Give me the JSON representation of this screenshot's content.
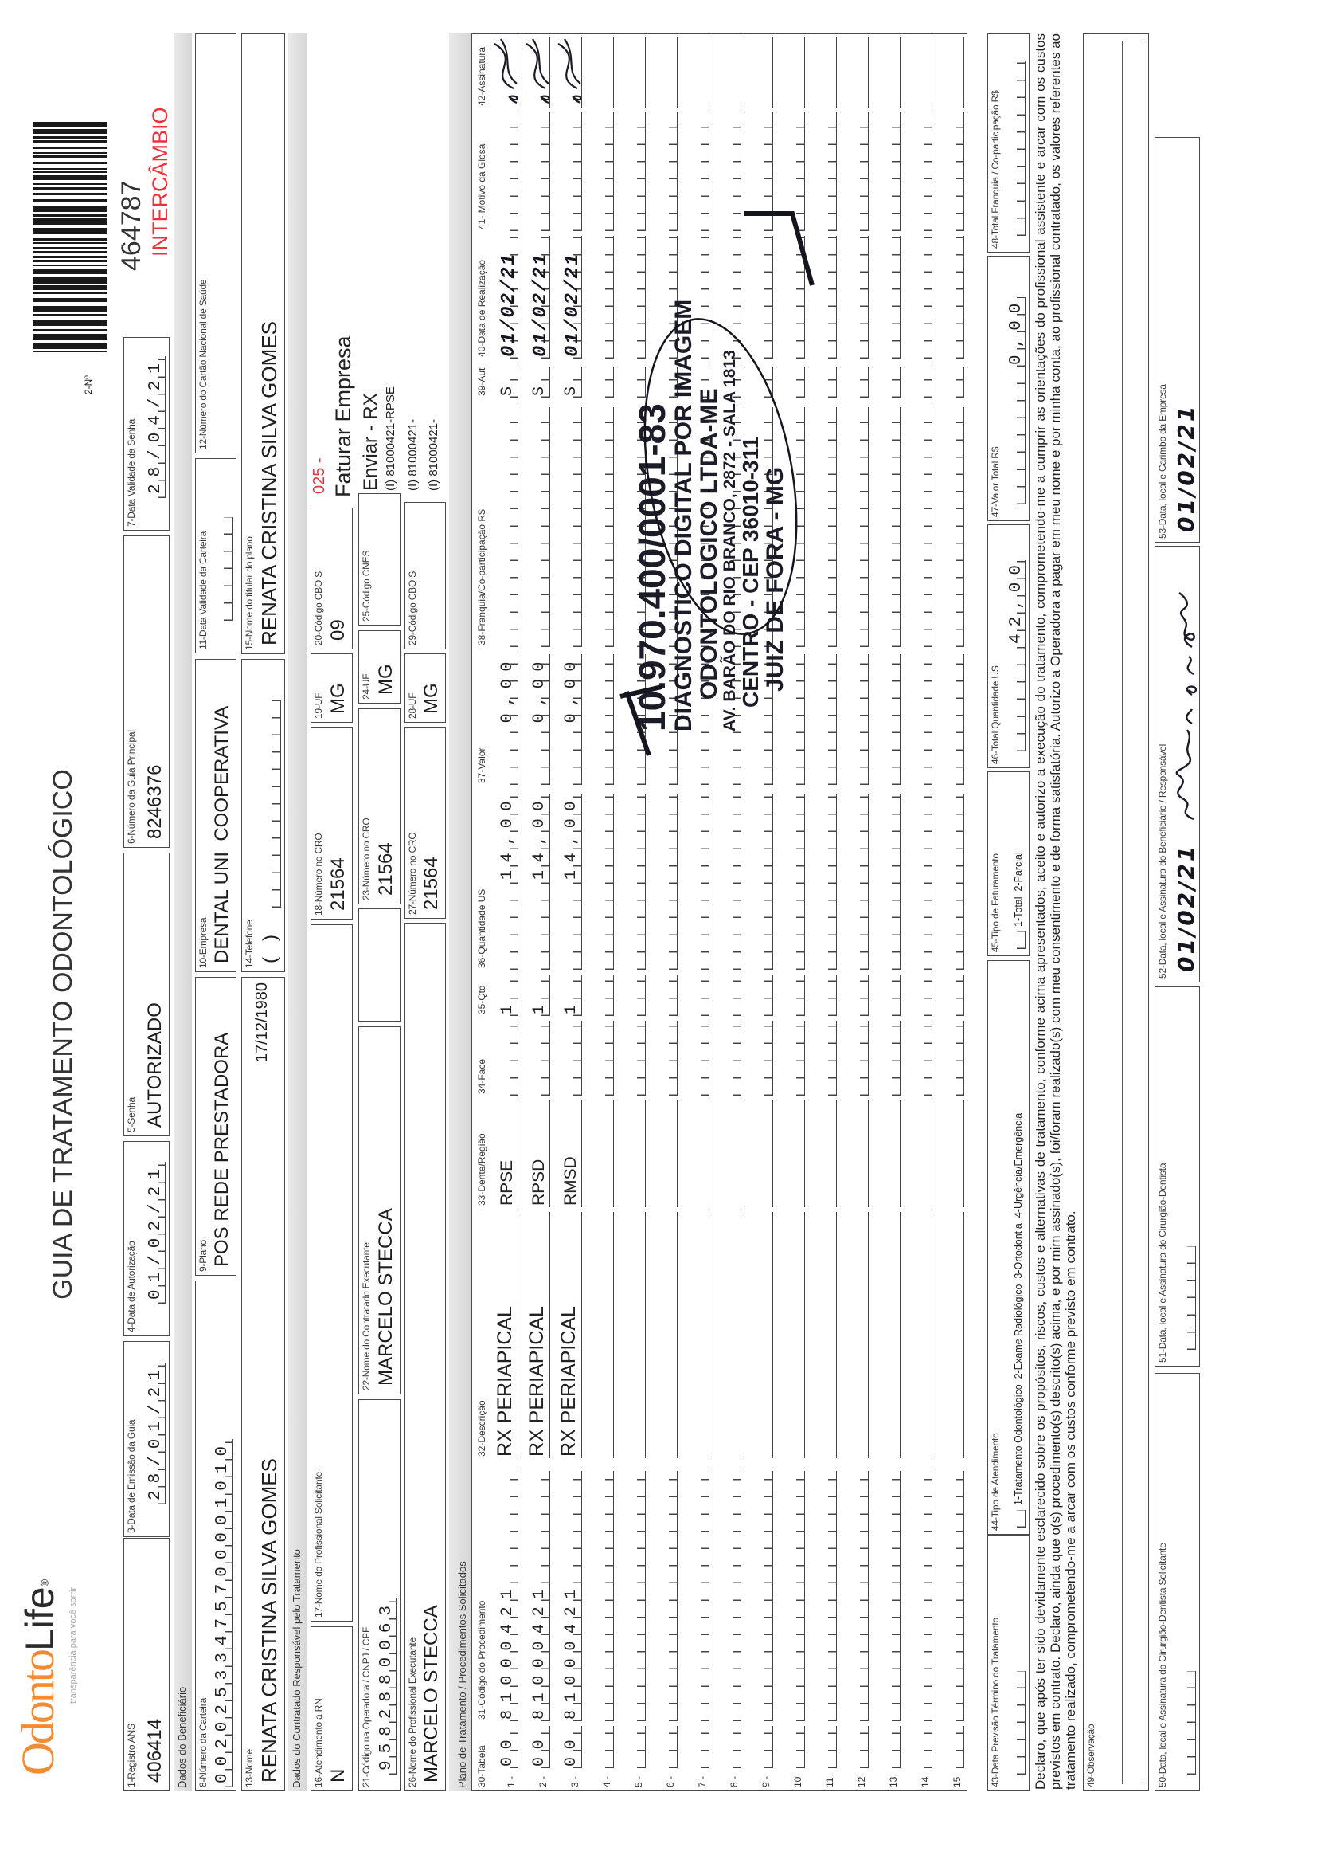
{
  "header": {
    "title": "GUIA DE TRATAMENTO ODONTOLÓGICO",
    "logo_odonto": "Odonto",
    "logo_life": "Life",
    "logo_mark": "®",
    "tagline": "transparência para você sorrir",
    "number_label": "2-Nº",
    "number": "464787",
    "type": "INTERCÂMBIO"
  },
  "sections": {
    "beneficiario": "Dados do Beneficiário",
    "contratado": "Dados do Contratado Responsável pelo Tratamento",
    "plano": "Plano de Tratamento / Procedimentos Solicitados"
  },
  "fields": {
    "f1": {
      "label": "1-Registro ANS",
      "value": "406414"
    },
    "f3": {
      "label": "3-Data de Emissão da Guia",
      "value": "28/01/21"
    },
    "f4": {
      "label": "4-Data de Autorização",
      "value": "01/02/21"
    },
    "f5": {
      "label": "5-Senha",
      "value": "AUTORIZADO"
    },
    "f6": {
      "label": "6-Número da Guia Principal",
      "value": "8246376"
    },
    "f7": {
      "label": "7-Data Validade da Senha",
      "value": "28/04/21"
    },
    "f8": {
      "label": "8-Número da Carteira",
      "value": "00202533475700001010"
    },
    "f9": {
      "label": "9-Plano",
      "value": "POS REDE PRESTADORA"
    },
    "f10": {
      "label": "10-Empresa",
      "value": "DENTAL UNI  COOPERATIVA"
    },
    "f11": {
      "label": "11-Data Validade da Carteira",
      "value": ""
    },
    "f12": {
      "label": "12-Número do Cartão Nacional de Saúde",
      "value": ""
    },
    "f13": {
      "label": "13-Nome",
      "value": "RENATA CRISTINA SILVA GOMES",
      "birth_date": "17/12/1980"
    },
    "f14": {
      "label": "14-Telefone",
      "value": "(   )"
    },
    "f15": {
      "label": "15-Nome do titular do plano",
      "value": "RENATA CRISTINA SILVA GOMES"
    },
    "f16": {
      "label": "16-Atendimento a RN",
      "value": "N"
    },
    "f17": {
      "label": "17-Nome do Profissional Solicitante",
      "value": ""
    },
    "f18": {
      "label": "18-Número no CRO",
      "value": "21564"
    },
    "f19": {
      "label": "19-UF",
      "value": "MG"
    },
    "f20": {
      "label": "20-Código CBO S",
      "value": "09"
    },
    "f21": {
      "label": "21-Código na Operadora / CNPJ / CPF",
      "value": "9582880063"
    },
    "f22": {
      "label": "22-Nome do Contratado Executante",
      "value": "MARCELO STECCA"
    },
    "f23": {
      "label": "23-Número no CRO",
      "value": "21564"
    },
    "f24": {
      "label": "24-UF",
      "value": "MG"
    },
    "f25": {
      "label": "25-Código CNES",
      "value": ""
    },
    "f26": {
      "label": "26-Nome do Profissional Executante",
      "value": "MARCELO STECCA"
    },
    "f27": {
      "label": "27-Número no CRO",
      "value": "21564"
    },
    "f28": {
      "label": "28-UF",
      "value": "MG"
    },
    "f29": {
      "label": "29-Código CBO S",
      "value": ""
    }
  },
  "notes": {
    "code": "025 -",
    "billing": "Faturar Empresa",
    "send": "Enviar - RX",
    "refs": [
      "(I) 81000421-RPSE",
      "(I) 81000421-",
      "(I) 81000421-"
    ]
  },
  "table": {
    "headers": [
      "30-Tabela",
      "31-Código do Procedimento",
      "32-Descrição",
      "33-Dente/Região",
      "34-Face",
      "35-Qtd",
      "36-Quantidade US",
      "37-Valor",
      "38-Franquia/Co-participação R$",
      "39-Aut",
      "40-Data de Realização",
      "41- Motivo da Glosa",
      "42-Assinatura"
    ],
    "rows": [
      {
        "num": "1 -",
        "tabela": "00",
        "codigo": "81000421",
        "descricao": "RX PERIAPICAL",
        "dente": "RPSE",
        "face": "",
        "qtd": "1",
        "qtd_us": "14,00",
        "valor": "0,00",
        "franquia": "",
        "aut": "S",
        "data": "01/02/21",
        "glosa": "",
        "signed": true
      },
      {
        "num": "2 -",
        "tabela": "00",
        "codigo": "81000421",
        "descricao": "RX PERIAPICAL",
        "dente": "RPSD",
        "face": "",
        "qtd": "1",
        "qtd_us": "14,00",
        "valor": "0,00",
        "franquia": "",
        "aut": "S",
        "data": "01/02/21",
        "glosa": "",
        "signed": true
      },
      {
        "num": "3 -",
        "tabela": "00",
        "codigo": "81000421",
        "descricao": "RX PERIAPICAL",
        "dente": "RMSD",
        "face": "",
        "qtd": "1",
        "qtd_us": "14,00",
        "valor": "0,00",
        "franquia": "",
        "aut": "S",
        "data": "01/02/21",
        "glosa": "",
        "signed": true
      },
      {
        "num": "4 -"
      },
      {
        "num": "5 -"
      },
      {
        "num": "6 -"
      },
      {
        "num": "7 -"
      },
      {
        "num": "8 -"
      },
      {
        "num": "9 -"
      },
      {
        "num": "10"
      },
      {
        "num": "11"
      },
      {
        "num": "12"
      },
      {
        "num": "13"
      },
      {
        "num": "14"
      },
      {
        "num": "15"
      }
    ]
  },
  "footer": {
    "f43": {
      "label": "43-Data Previsão Término do Tratamento"
    },
    "f44": {
      "label": "44-Tipo de Atendimento",
      "options": "1-Tratamento Odontológico  2-Exame Radiológico  3-Ortodontia  4-Urgência/Emergência"
    },
    "f45": {
      "label": "45-Tipo de Faturamento",
      "options": "1-Total  2-Parcial"
    },
    "f46": {
      "label": "46-Total Quantidade US",
      "value": "42,00"
    },
    "f47": {
      "label": "47-Valor Total R$",
      "value": "0,00"
    },
    "f48": {
      "label": "48-Total Franquia / Co-participação R$",
      "value": ""
    },
    "declaration": "Declaro, que após ter sido devidamente esclarecido sobre os propósitos, riscos, custos e alternativas de tratamento, conforme acima apresentados, aceito e autorizo a execução do tratamento, comprometendo-me a cumprir as orientações do profissional assistente e arcar com os custos previstos em contrato. Declaro, ainda que o(s) procedimento(s) descrito(s) acima, e por mim assinado(s), foi/foram realizado(s) com meu consentimento e de forma satisfatória. Autorizo a Operadora a pagar em meu nome e por minha conta, ao profissional contratado, os valores referentes ao tratamento realizado, comprometendo-me a arcar com os custos conforme previsto em contrato.",
    "f49": {
      "label": "49-Observação"
    },
    "f50": {
      "label": "50-Data, local e Assinatura do Cirurgião-Dentista Solicitante"
    },
    "f51": {
      "label": "51-Data, local e Assinatura do Cirurgião-Dentista"
    },
    "f52": {
      "label": "52-Data, local e Assinatura do Beneficiário / Responsável",
      "value": "01/02/21"
    },
    "f53": {
      "label": "53-Data, local e Carimbo da Empresa",
      "value": "01/02/21"
    }
  },
  "stamp": {
    "lines": [
      "10.970.400/0001-83",
      "DIAGNOSTICO DIGITAL POR IMAGEM",
      "ODONTOLOGICO LTDA-ME",
      "AV. BARÃO DO RIO BRANCO, 2872 - SALA 1813",
      "CENTRO - CEP 36010-311",
      "JUIZ DE FORA - MG"
    ]
  },
  "colors": {
    "brand_orange": "#f28c33",
    "accent_red": "#e8323c",
    "ink": "#1c1c28"
  }
}
